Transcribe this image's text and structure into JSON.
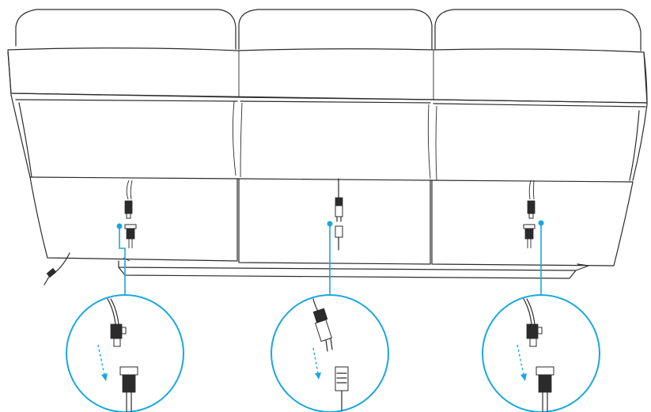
{
  "colors": {
    "line_art": "#2b2b2b",
    "accent": "#1aa7e0",
    "background": "#ffffff"
  },
  "sofa": {
    "sections": 3,
    "connectors_per_section": 1
  },
  "callouts": [
    {
      "connector": "flat-plug-pair",
      "arrow": "dashed-down"
    },
    {
      "connector": "round-barrel-plug-pair",
      "arrow": "dashed-down"
    },
    {
      "connector": "flat-plug-pair",
      "arrow": "dashed-down"
    }
  ],
  "icons": [
    "plug-connector-icon",
    "dashed-arrow-icon",
    "power-cord-icon"
  ]
}
